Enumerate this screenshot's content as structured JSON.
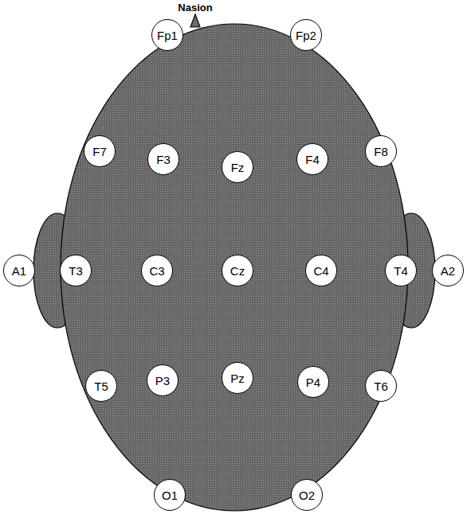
{
  "diagram": {
    "nodes": [
      {
        "text": [
          "Fp1"
        ]
      },
      {
        "text": [
          "Fp2"
        ]
      },
      {
        "text": [
          "F7"
        ]
      },
      {
        "text": [
          "F3"
        ]
      },
      {
        "text": [
          "Fz"
        ]
      },
      {
        "text": [
          "F4"
        ]
      },
      {
        "text": [
          "F8"
        ]
      },
      {
        "text": [
          "A1"
        ]
      },
      {
        "text": [
          "T3"
        ]
      },
      {
        "text": [
          "C3"
        ]
      },
      {
        "text": [
          "Cz"
        ]
      },
      {
        "text": [
          "C4"
        ]
      },
      {
        "text": [
          "T4"
        ]
      },
      {
        "text": [
          "A2"
        ]
      },
      {
        "text": [
          "T5"
        ]
      },
      {
        "text": [
          "P3"
        ]
      },
      {
        "text": [
          "Pz"
        ]
      },
      {
        "text": [
          "P4"
        ]
      },
      {
        "text": [
          "T6"
        ]
      },
      {
        "text": [
          "O1"
        ]
      },
      {
        "text": [
          "O2"
        ]
      }
    ],
    "labels": [
      "Nasion"
    ]
  }
}
